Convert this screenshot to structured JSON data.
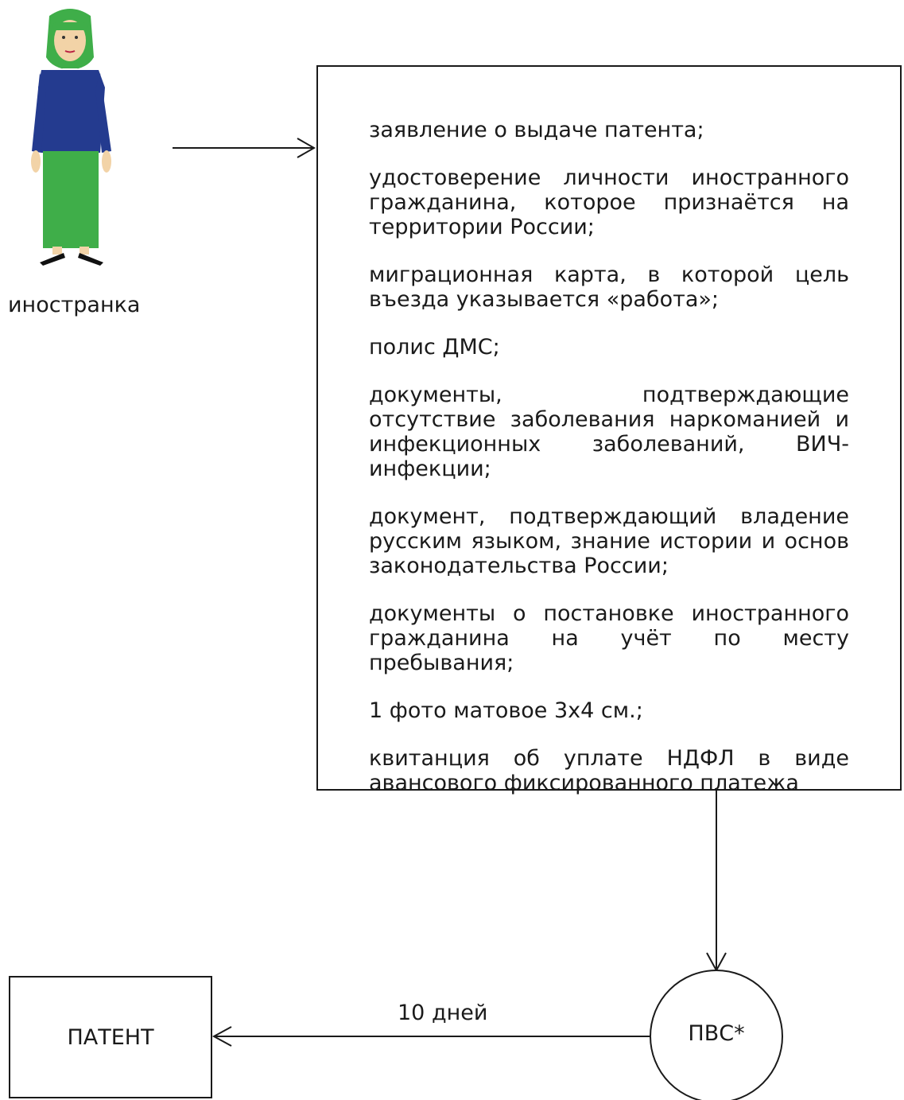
{
  "person": {
    "label": "иностранка"
  },
  "documents": [
    "заявление о выдаче патента;",
    "удостоверение личности иностранного гражданина, которое признаётся на территории России;",
    "миграционная карта, в которой цель въезда указывается «работа»;",
    "полис ДМС;",
    "документы, подтверждающие отсутствие заболевания наркоманией и инфекционных заболеваний, ВИЧ-инфекции;",
    "документ, подтверждающий владение русским языком, знание истории и основ законодательства России;",
    "документы о постановке иностранного гражданина на учёт по месту пребывания;",
    "1 фото матовое 3х4 см.;",
    "квитанция об уплате НДФЛ в виде авансового фиксированного платежа"
  ],
  "office": {
    "label": "ПВС*"
  },
  "result": {
    "label": "ПАТЕНТ"
  },
  "duration": {
    "label": "10 дней"
  },
  "colors": {
    "headscarf": "#3fae49",
    "skin": "#f2d3a7",
    "sweater": "#243b8f",
    "skirt": "#3fae49",
    "shoes": "#111111",
    "line": "#1a1a1a"
  }
}
